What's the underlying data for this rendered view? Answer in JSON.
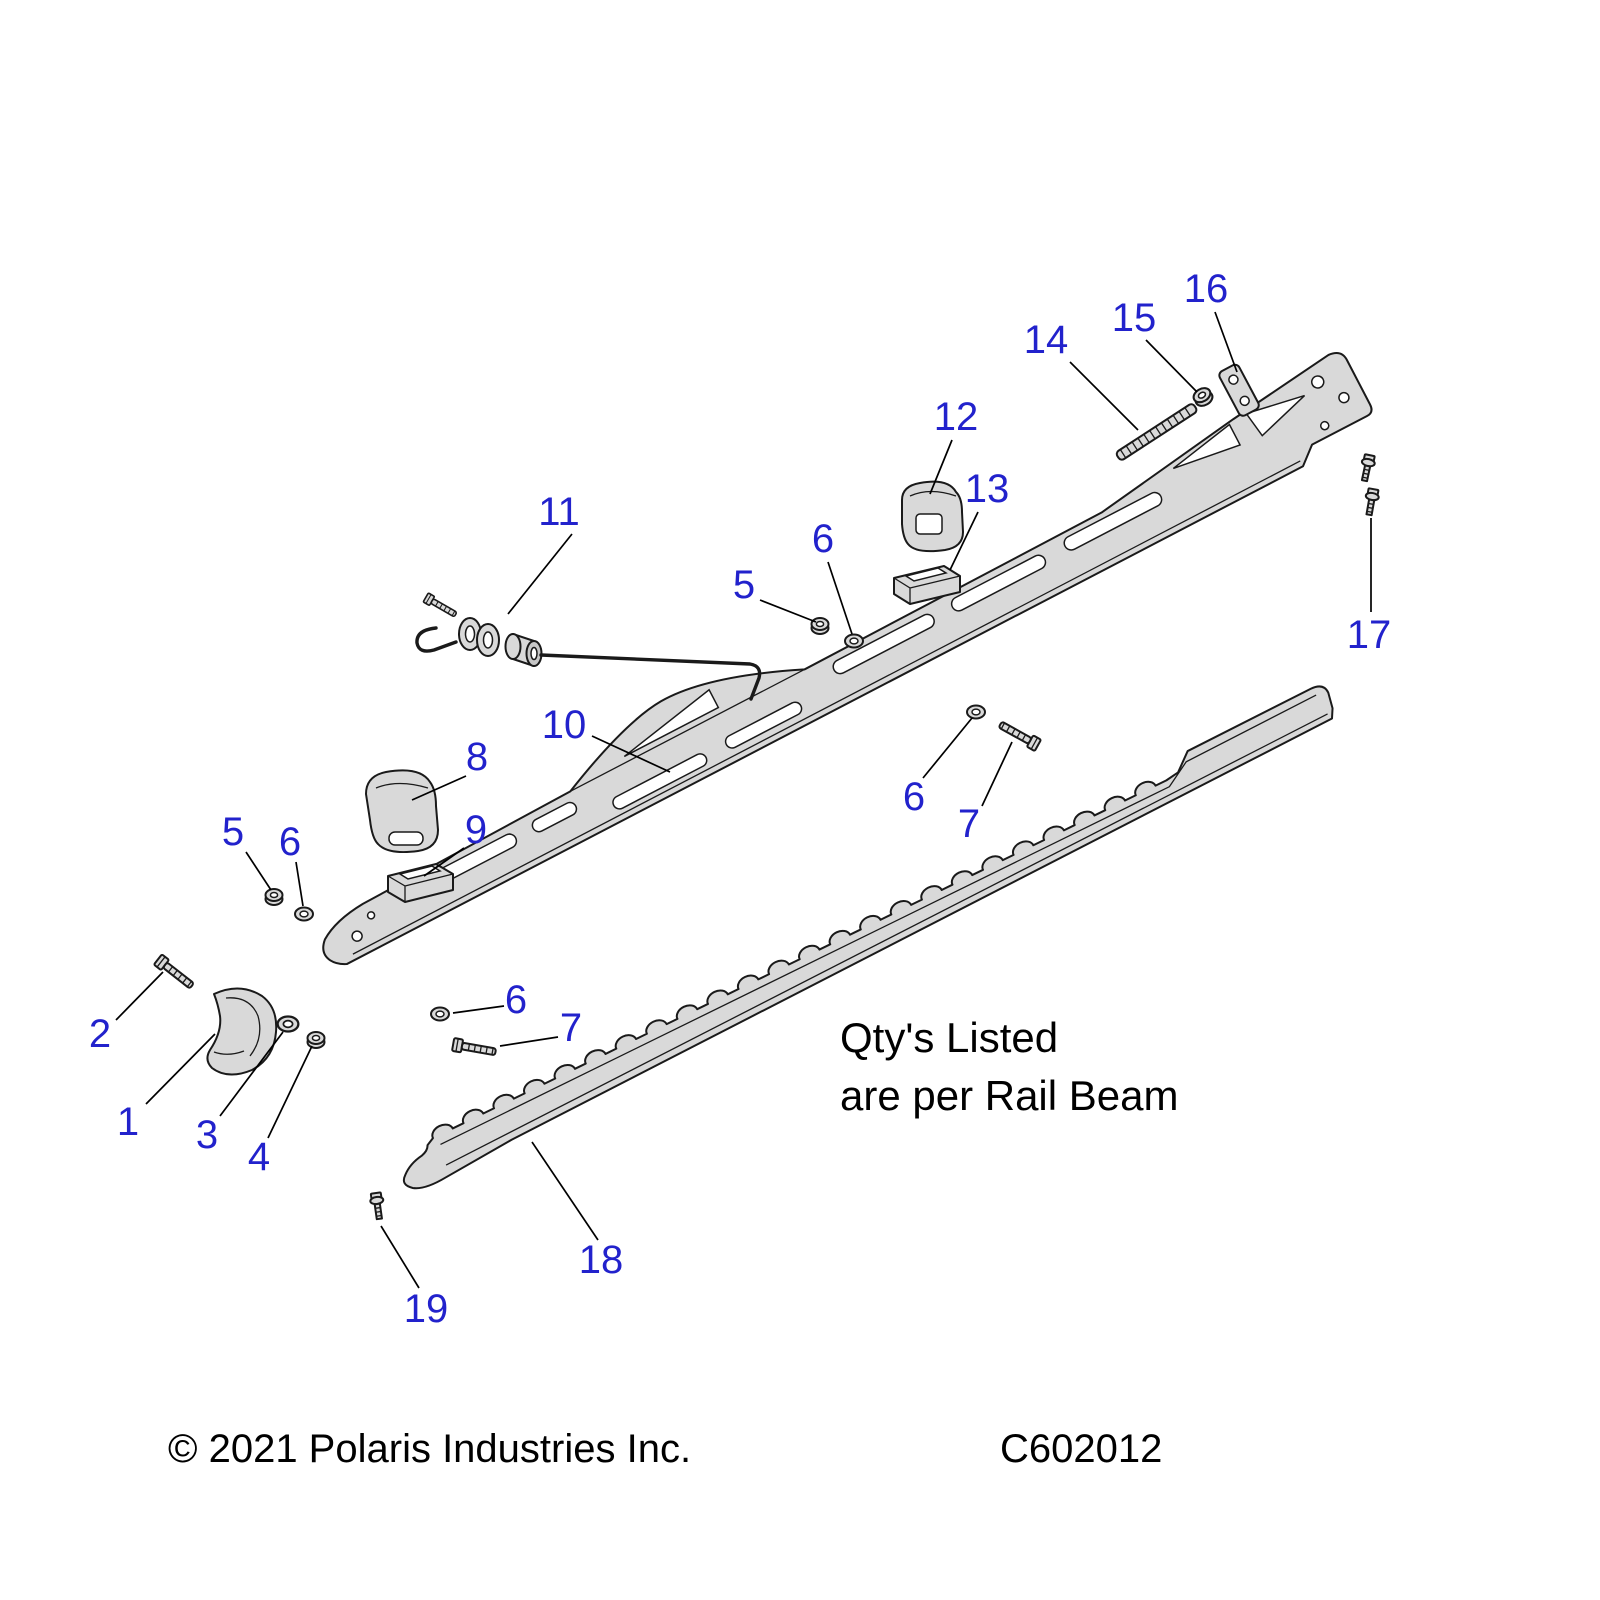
{
  "diagram": {
    "drawing_code": "C602012",
    "copyright": "© 2021 Polaris Industries Inc.",
    "note": {
      "line1": "Qty's Listed",
      "line2": "are per Rail Beam"
    },
    "colors": {
      "callout_blue": "#2222cc",
      "part_fill": "#d9d9d9",
      "part_fill_dark": "#c7c7c7",
      "outline": "#1a1a1a",
      "background": "#ffffff"
    },
    "callouts": [
      {
        "label": "16"
      },
      {
        "label": "15"
      },
      {
        "label": "14"
      },
      {
        "label": "12"
      },
      {
        "label": "13"
      },
      {
        "label": "11"
      },
      {
        "label": "5"
      },
      {
        "label": "6"
      },
      {
        "label": "17"
      },
      {
        "label": "10"
      },
      {
        "label": "6"
      },
      {
        "label": "7"
      },
      {
        "label": "8"
      },
      {
        "label": "9"
      },
      {
        "label": "5"
      },
      {
        "label": "6"
      },
      {
        "label": "2"
      },
      {
        "label": "1"
      },
      {
        "label": "3"
      },
      {
        "label": "4"
      },
      {
        "label": "6"
      },
      {
        "label": "7"
      },
      {
        "label": "18"
      },
      {
        "label": "19"
      }
    ]
  }
}
